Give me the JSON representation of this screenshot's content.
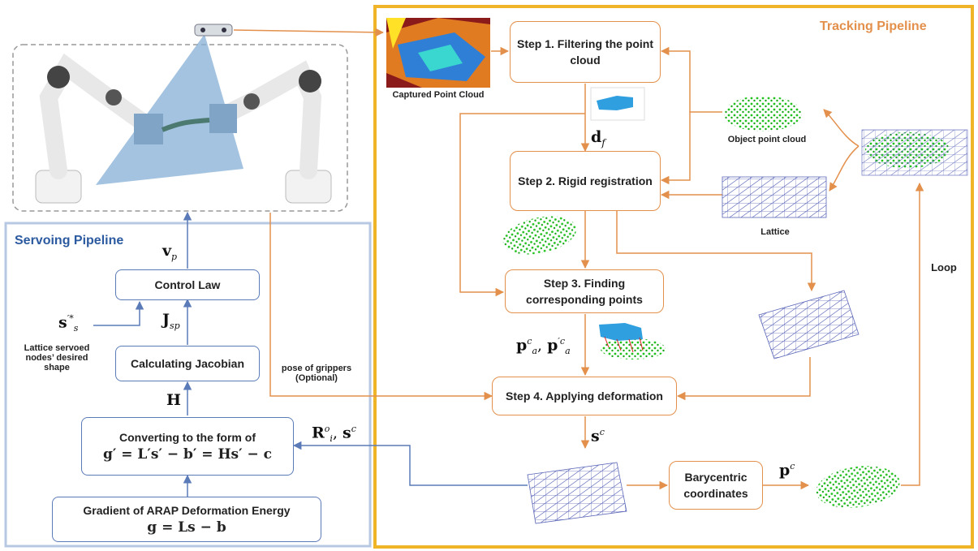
{
  "tracking": {
    "title": "Tracking Pipeline",
    "step1": "Step 1. Filtering the point cloud",
    "step2": "Step 2. Rigid registration",
    "step3": "Step 3. Finding corresponding points",
    "step4": "Step 4. Applying deformation",
    "barycentric": "Barycentric coordinates",
    "captured_label": "Captured Point Cloud",
    "object_label": "Object point cloud",
    "lattice_label": "Lattice",
    "loop_label": "Loop",
    "pose_label": "pose of grippers (Optional)",
    "sym_df": "d",
    "sym_df_sub": "f",
    "sym_pa": "p",
    "sym_sc": "s",
    "sym_pc": "p"
  },
  "servoing": {
    "title": "Servoing Pipeline",
    "control_law": "Control Law",
    "calc_jacobian": "Calculating Jacobian",
    "converting_line1": "Converting to the form of",
    "converting_eq": "g′ = L′s′ − b′ = Hs′ − c",
    "gradient_line1": "Gradient of ARAP Deformation Energy",
    "gradient_eq": "g = Ls − b",
    "desired_label": "Lattice servoed nodes’ desired shape",
    "sym_vp": "v",
    "sym_jsp": "J",
    "sym_H": "H",
    "sym_R": "R",
    "sym_ss": "s"
  },
  "colors": {
    "orange": "#e3904c",
    "blue": "#5a7bb8",
    "gold_border": "#f0b429",
    "servo_border": "#b7c9e2",
    "point_green": "#22c21e",
    "lattice": "#5b67b8",
    "cone": "#86afd6"
  },
  "icons": [
    "camera-icon",
    "robot-arm-icon",
    "point-cloud-icon",
    "lattice-icon"
  ]
}
